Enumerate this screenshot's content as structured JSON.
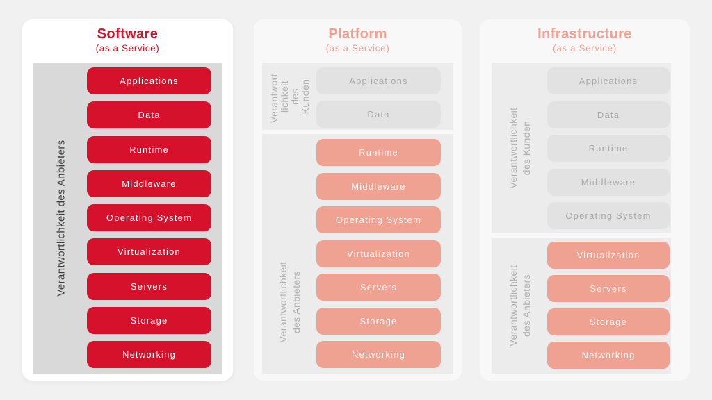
{
  "colors": {
    "page_bg": "#f1f1f1",
    "red": "#d6112b",
    "salmon": "#efa192",
    "panel_dark_gray": "#d9d9d9",
    "panel_light_gray": "#ececec",
    "gray_chip": "#e2e2e2",
    "gray_chip_text": "#aaaaaa",
    "provider_label_dark": "#404040",
    "muted_label_gray": "#b0b0b0"
  },
  "columns": [
    {
      "title": "Software",
      "subtitle": "(as a Service)",
      "provider": {
        "label_lines": [
          "Verantwortlichkeit des Anbieters"
        ],
        "items": [
          "Applications",
          "Data",
          "Runtime",
          "Middleware",
          "Operating System",
          "Virtualization",
          "Servers",
          "Storage",
          "Networking"
        ]
      }
    },
    {
      "title": "Platform",
      "subtitle": "(as a Service)",
      "customer": {
        "label_lines": [
          "Verantwort-",
          "lichkeit",
          "des",
          "Kunden"
        ],
        "items": [
          "Applications",
          "Data"
        ]
      },
      "provider": {
        "label_lines": [
          "Verantwortlichkeit",
          "des Anbieters"
        ],
        "items": [
          "Runtime",
          "Middleware",
          "Operating System",
          "Virtualization",
          "Servers",
          "Storage",
          "Networking"
        ]
      }
    },
    {
      "title": "Infrastructure",
      "subtitle": "(as a Service)",
      "customer": {
        "label_lines": [
          "Verantwortlichkeit",
          "des Kunden"
        ],
        "items": [
          "Applications",
          "Data",
          "Runtime",
          "Middleware",
          "Operating System"
        ]
      },
      "provider": {
        "label_lines": [
          "Virtualization",
          "Servers",
          "Storage",
          "Networking"
        ],
        "label_lines_text": [
          "Verantwortlichkeit",
          "des Anbieters"
        ],
        "items": [
          "Virtualization",
          "Servers",
          "Storage",
          "Networking"
        ]
      }
    }
  ]
}
